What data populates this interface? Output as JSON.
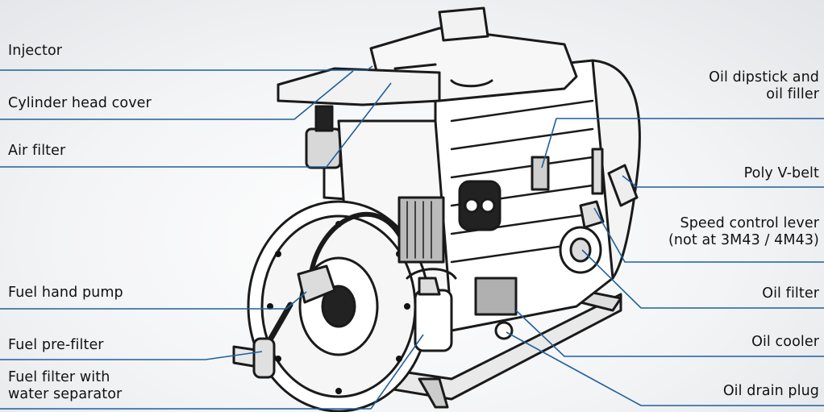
{
  "colors": {
    "leader": "#1e5f9e",
    "ink": "#111111"
  },
  "labels": {
    "injector": "Injector",
    "cylinder_head_cover": "Cylinder head cover",
    "air_filter": "Air filter",
    "fuel_hand_pump": "Fuel hand pump",
    "fuel_pre_filter": "Fuel pre-filter",
    "fuel_filter_water_separator": [
      "Fuel filter with",
      "water separator"
    ],
    "oil_dipstick_filler": [
      "Oil dipstick and",
      "oil filler"
    ],
    "poly_v_belt": "Poly V-belt",
    "speed_control_lever": [
      "Speed control lever",
      "(not at 3M43 / 4M43)"
    ],
    "oil_filter": "Oil filter",
    "oil_cooler": "Oil cooler",
    "oil_drain_plug": "Oil drain plug"
  }
}
